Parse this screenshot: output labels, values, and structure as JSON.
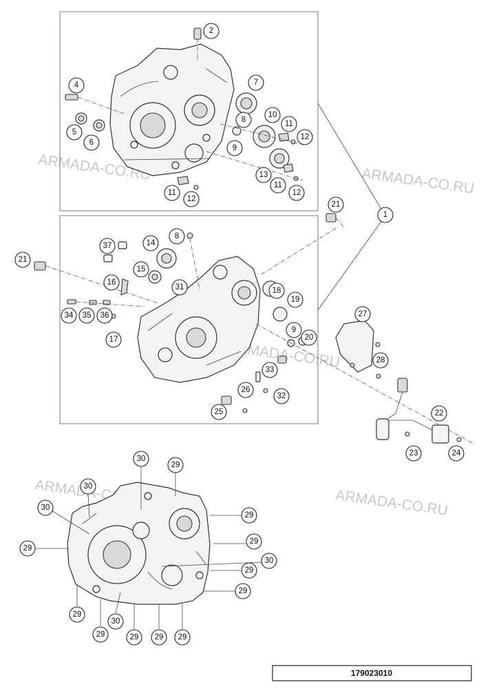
{
  "watermark": "ARMADA-CO.RU",
  "diagram_code": "179023010",
  "callouts": {
    "c1": "1",
    "c2": "2",
    "c4": "4",
    "c5": "5",
    "c6": "6",
    "c7": "7",
    "c8a": "8",
    "c9a": "9",
    "c10": "10",
    "c11a": "11",
    "c12a": "12",
    "c13": "13",
    "c11b": "11",
    "c12b": "12",
    "c11c": "11",
    "c12c": "12",
    "c21a": "21",
    "c8b": "8",
    "c37": "37",
    "c14": "14",
    "c15": "15",
    "c21b": "21",
    "c16": "16",
    "c31": "31",
    "c18": "18",
    "c19": "19",
    "c34": "34",
    "c35": "35",
    "c36": "36",
    "c17": "17",
    "c9b": "9",
    "c20": "20",
    "c27": "27",
    "c28": "28",
    "c33": "33",
    "c26": "26",
    "c32": "32",
    "c25": "25",
    "c22": "22",
    "c23": "23",
    "c24": "24",
    "c30a": "30",
    "c29a": "29",
    "c30b": "30",
    "c30c": "30",
    "c29b": "29",
    "c29c": "29",
    "c29d": "29",
    "c29e": "29",
    "c30d": "30",
    "c29f": "29",
    "c29g": "29",
    "c30e": "30",
    "c29h": "29",
    "c29i": "29",
    "c29j": "29"
  }
}
